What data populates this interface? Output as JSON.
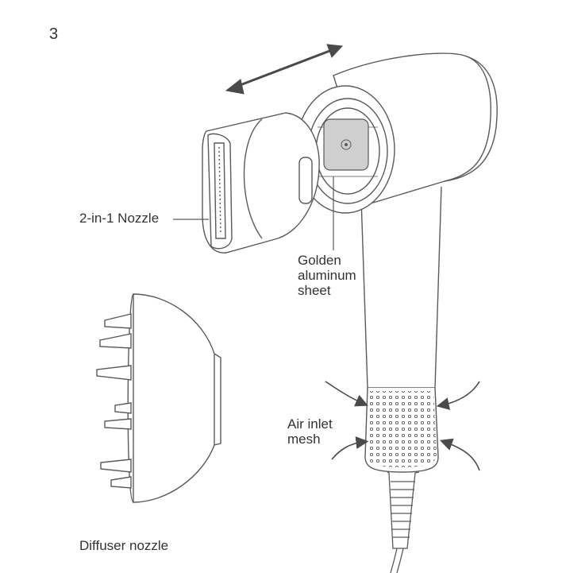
{
  "step_number": "3",
  "labels": {
    "nozzle": "2-in-1 Nozzle",
    "golden": [
      "Golden",
      "aluminum",
      "sheet"
    ],
    "air_inlet": [
      "Air inlet",
      "mesh"
    ],
    "diffuser": "Diffuser nozzle"
  },
  "colors": {
    "line": "#5a5a5a",
    "arrow": "#4a4a4a",
    "disc": "#cfcfcf",
    "text": "#333333"
  }
}
